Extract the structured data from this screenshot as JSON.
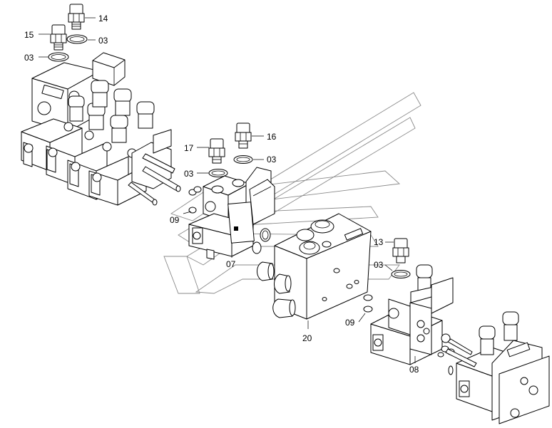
{
  "labels": {
    "l14": "14",
    "l15": "15",
    "l03a": "03",
    "l03b": "03",
    "l16": "16",
    "l17": "17",
    "l03c": "03",
    "l03d": "03",
    "l09a": "09",
    "l07": "07",
    "l13": "13",
    "l03e": "03",
    "l09b": "09",
    "l20": "20",
    "l08": "08"
  }
}
